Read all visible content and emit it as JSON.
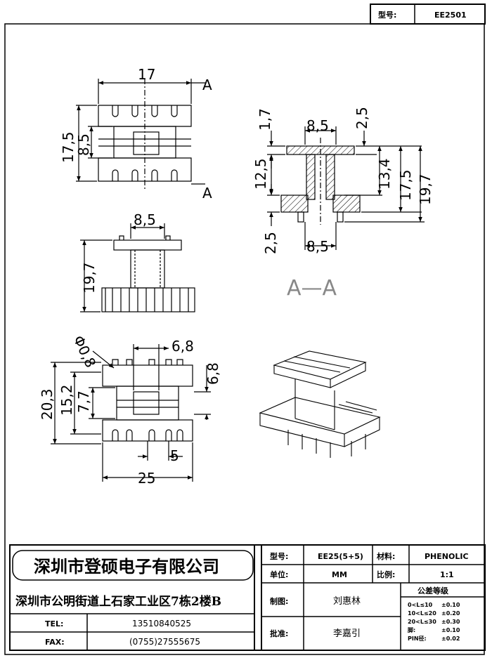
{
  "header": {
    "model_label": "型号:",
    "model_value": "EE2501"
  },
  "views": {
    "top": {
      "width": "17",
      "height": "17,5",
      "core": "8,5",
      "section_mark": "A"
    },
    "side": {
      "top_width": "8,5",
      "height": "19,7"
    },
    "section": {
      "top_width": "8,5",
      "top_flange": "1,7",
      "wall": "2,5",
      "winding": "12,5",
      "bottom_flange": "2,5",
      "bottom_width": "8,5",
      "inner": "13,4",
      "mid": "17,5",
      "total": "19,7",
      "caption": "A—A"
    },
    "bottom": {
      "pin_diameter": "Φ0,8",
      "core": "6,8",
      "height_right": "6,8",
      "h1": "20,3",
      "h2": "15,2",
      "h3": "7,7",
      "pitch": "5",
      "width": "25"
    }
  },
  "company": {
    "name": "深圳市登硕电子有限公司",
    "address": "深圳市公明街道上石家工业区7栋2楼B",
    "tel_label": "TEL:",
    "tel": "13510840525",
    "fax_label": "FAX:",
    "fax": "(0755)27555675"
  },
  "titleblock": {
    "model_label": "型号:",
    "model": "EE25(5+5)",
    "material_label": "材料:",
    "material": "PHENOLIC",
    "unit_label": "单位:",
    "unit": "MM",
    "scale_label": "比例:",
    "scale": "1:1",
    "drawn_label": "制图:",
    "drawn": "刘惠林",
    "approved_label": "批准:",
    "approved": "李嘉引",
    "tolerance_title": "公差等级",
    "tolerances": [
      {
        "range": "0<L≤10",
        "value": "±0.10"
      },
      {
        "range": "10<L≤20",
        "value": "±0.20"
      },
      {
        "range": "20<L≤30",
        "value": "±0.30"
      },
      {
        "range": "脚:",
        "value": "±0.10"
      },
      {
        "range": "PIN径:",
        "value": "±0.02"
      }
    ]
  }
}
